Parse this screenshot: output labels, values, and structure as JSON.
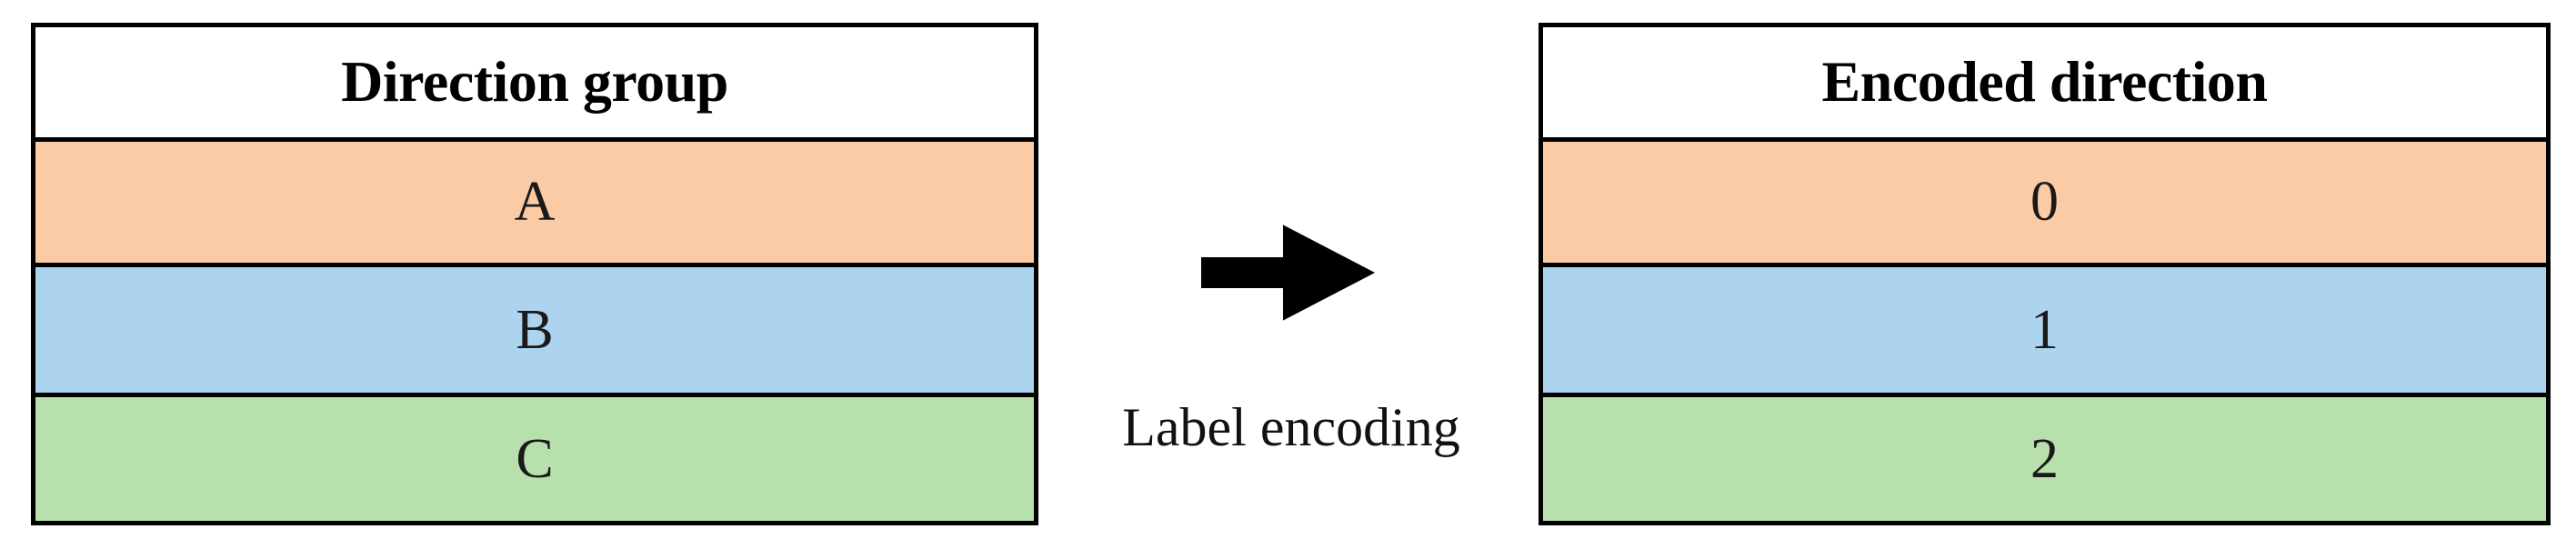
{
  "figure": {
    "caption": "Label encoding",
    "arrow_icon": "right-arrow-icon",
    "colors": {
      "group_a": "#fbcba5",
      "group_b": "#add4ef",
      "group_c": "#b8e0ad",
      "border": "#000000",
      "background": "#ffffff",
      "text": "#000000"
    }
  },
  "tables": {
    "left": {
      "header": "Direction group",
      "rows": [
        {
          "value": "A",
          "color": "#fbcba5"
        },
        {
          "value": "B",
          "color": "#add4ef"
        },
        {
          "value": "C",
          "color": "#b8e0ad"
        }
      ]
    },
    "right": {
      "header": "Encoded direction",
      "rows": [
        {
          "value": "0",
          "color": "#fbcba5"
        },
        {
          "value": "1",
          "color": "#add4ef"
        },
        {
          "value": "2",
          "color": "#b8e0ad"
        }
      ]
    }
  }
}
